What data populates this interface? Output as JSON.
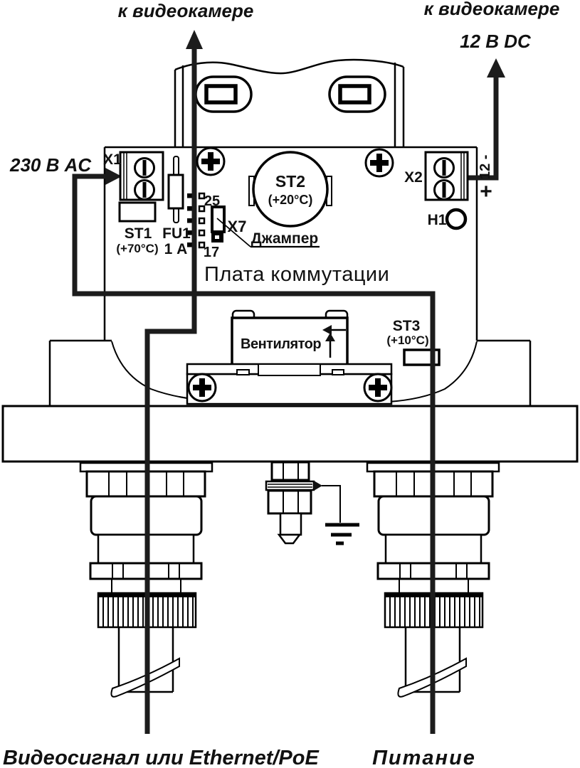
{
  "title": "Плата коммутации",
  "labels": {
    "to_camera_left": "к видеокамере",
    "to_camera_right": "к видеокамере",
    "dc_12v": "12 В DC",
    "ac_230v": "230 В AC",
    "x1": "X1",
    "st1": "ST1",
    "st1_temp": "(+70°C)",
    "fu1": "FU1",
    "fu1_rating": "1 А",
    "pin_25": "25",
    "pin_17": "17",
    "x7": "X7",
    "jumper": "Джампер",
    "st2": "ST2",
    "st2_temp": "(+20°C)",
    "x2": "X2",
    "x2_minus": "12 -",
    "x2_plus": "+",
    "h1": "H1",
    "fan": "Вентилятор",
    "st3": "ST3",
    "st3_temp": "(+10°C)",
    "cable_left": "Видеосигнал или Ethernet/PoE",
    "cable_right": "Питание"
  },
  "colors": {
    "line": "#000000",
    "wire": "#1c1c1c",
    "background": "#ffffff"
  }
}
